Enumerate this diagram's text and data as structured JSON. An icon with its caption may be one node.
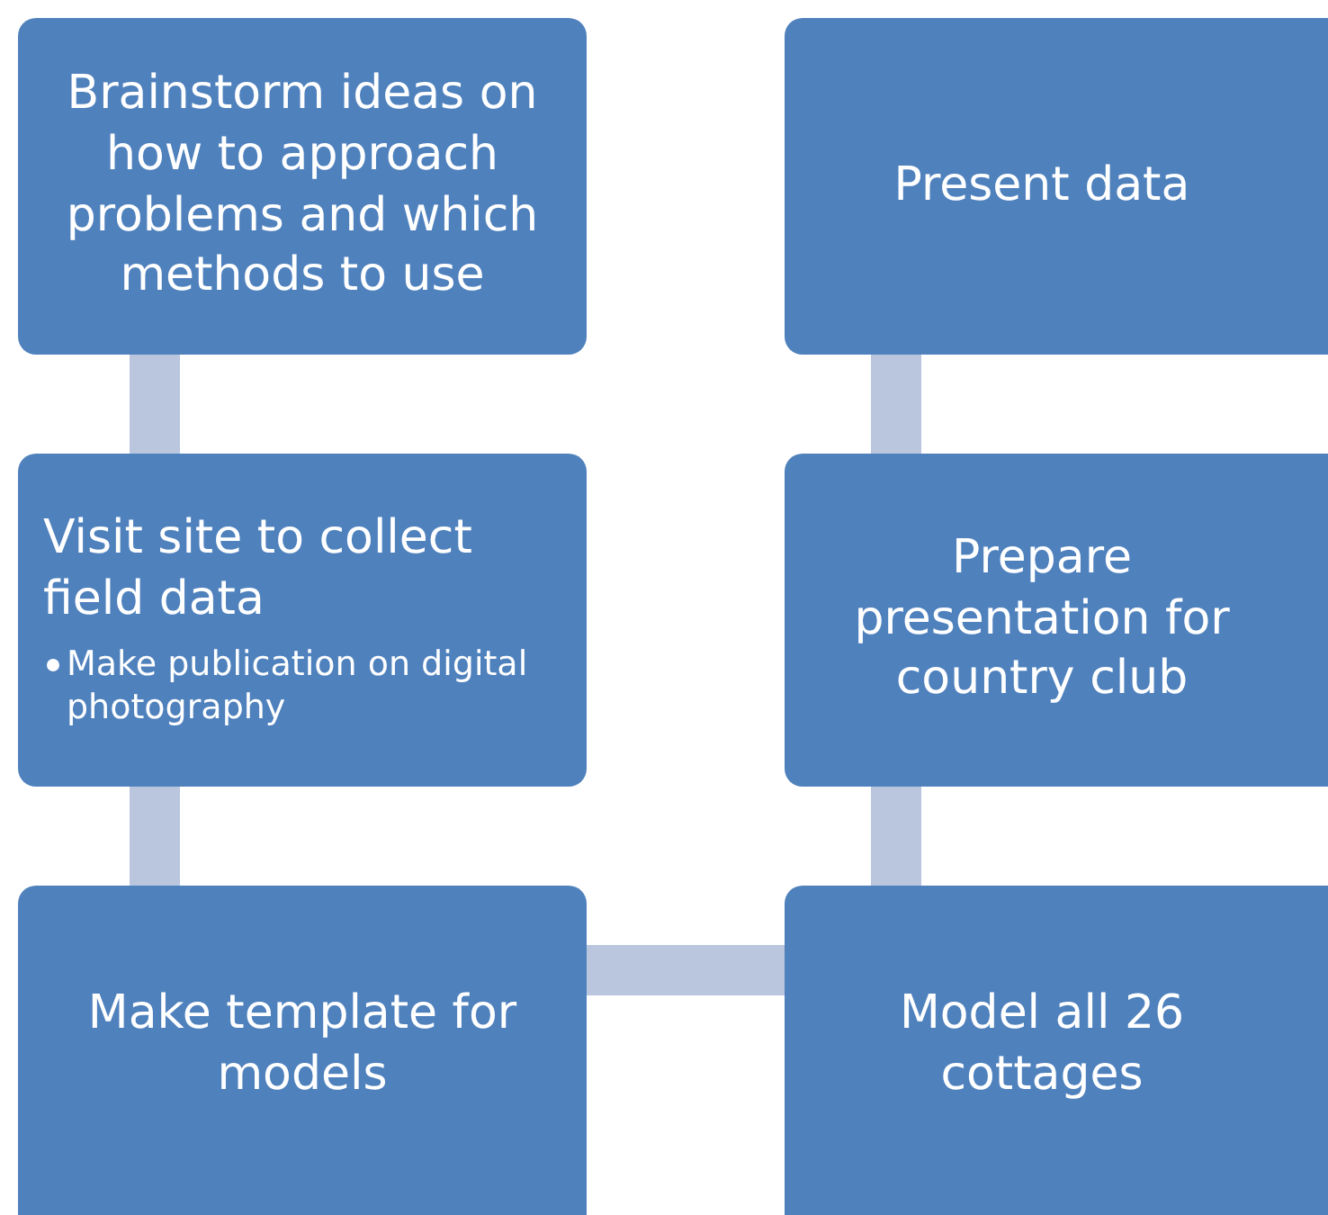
{
  "diagram": {
    "nodes": [
      {
        "text": [
          "Brainstorm ideas on how to approach problems and which methods to use"
        ]
      },
      {
        "text": [
          "Visit site to collect field data",
          "Make publication on digital photography"
        ]
      },
      {
        "text": [
          "Make template for models"
        ]
      },
      {
        "text": [
          "Model all 26 cottages"
        ]
      },
      {
        "text": [
          "Prepare presentation for country club"
        ]
      },
      {
        "text": [
          "Present data"
        ]
      }
    ],
    "edges": [
      {
        "from": 0,
        "to": 1,
        "arrow": "none"
      },
      {
        "from": 1,
        "to": 2,
        "arrow": "none"
      },
      {
        "from": 2,
        "to": 3,
        "arrow": "none"
      },
      {
        "from": 3,
        "to": 4,
        "arrow": "none"
      },
      {
        "from": 4,
        "to": 5,
        "arrow": "none"
      }
    ]
  }
}
